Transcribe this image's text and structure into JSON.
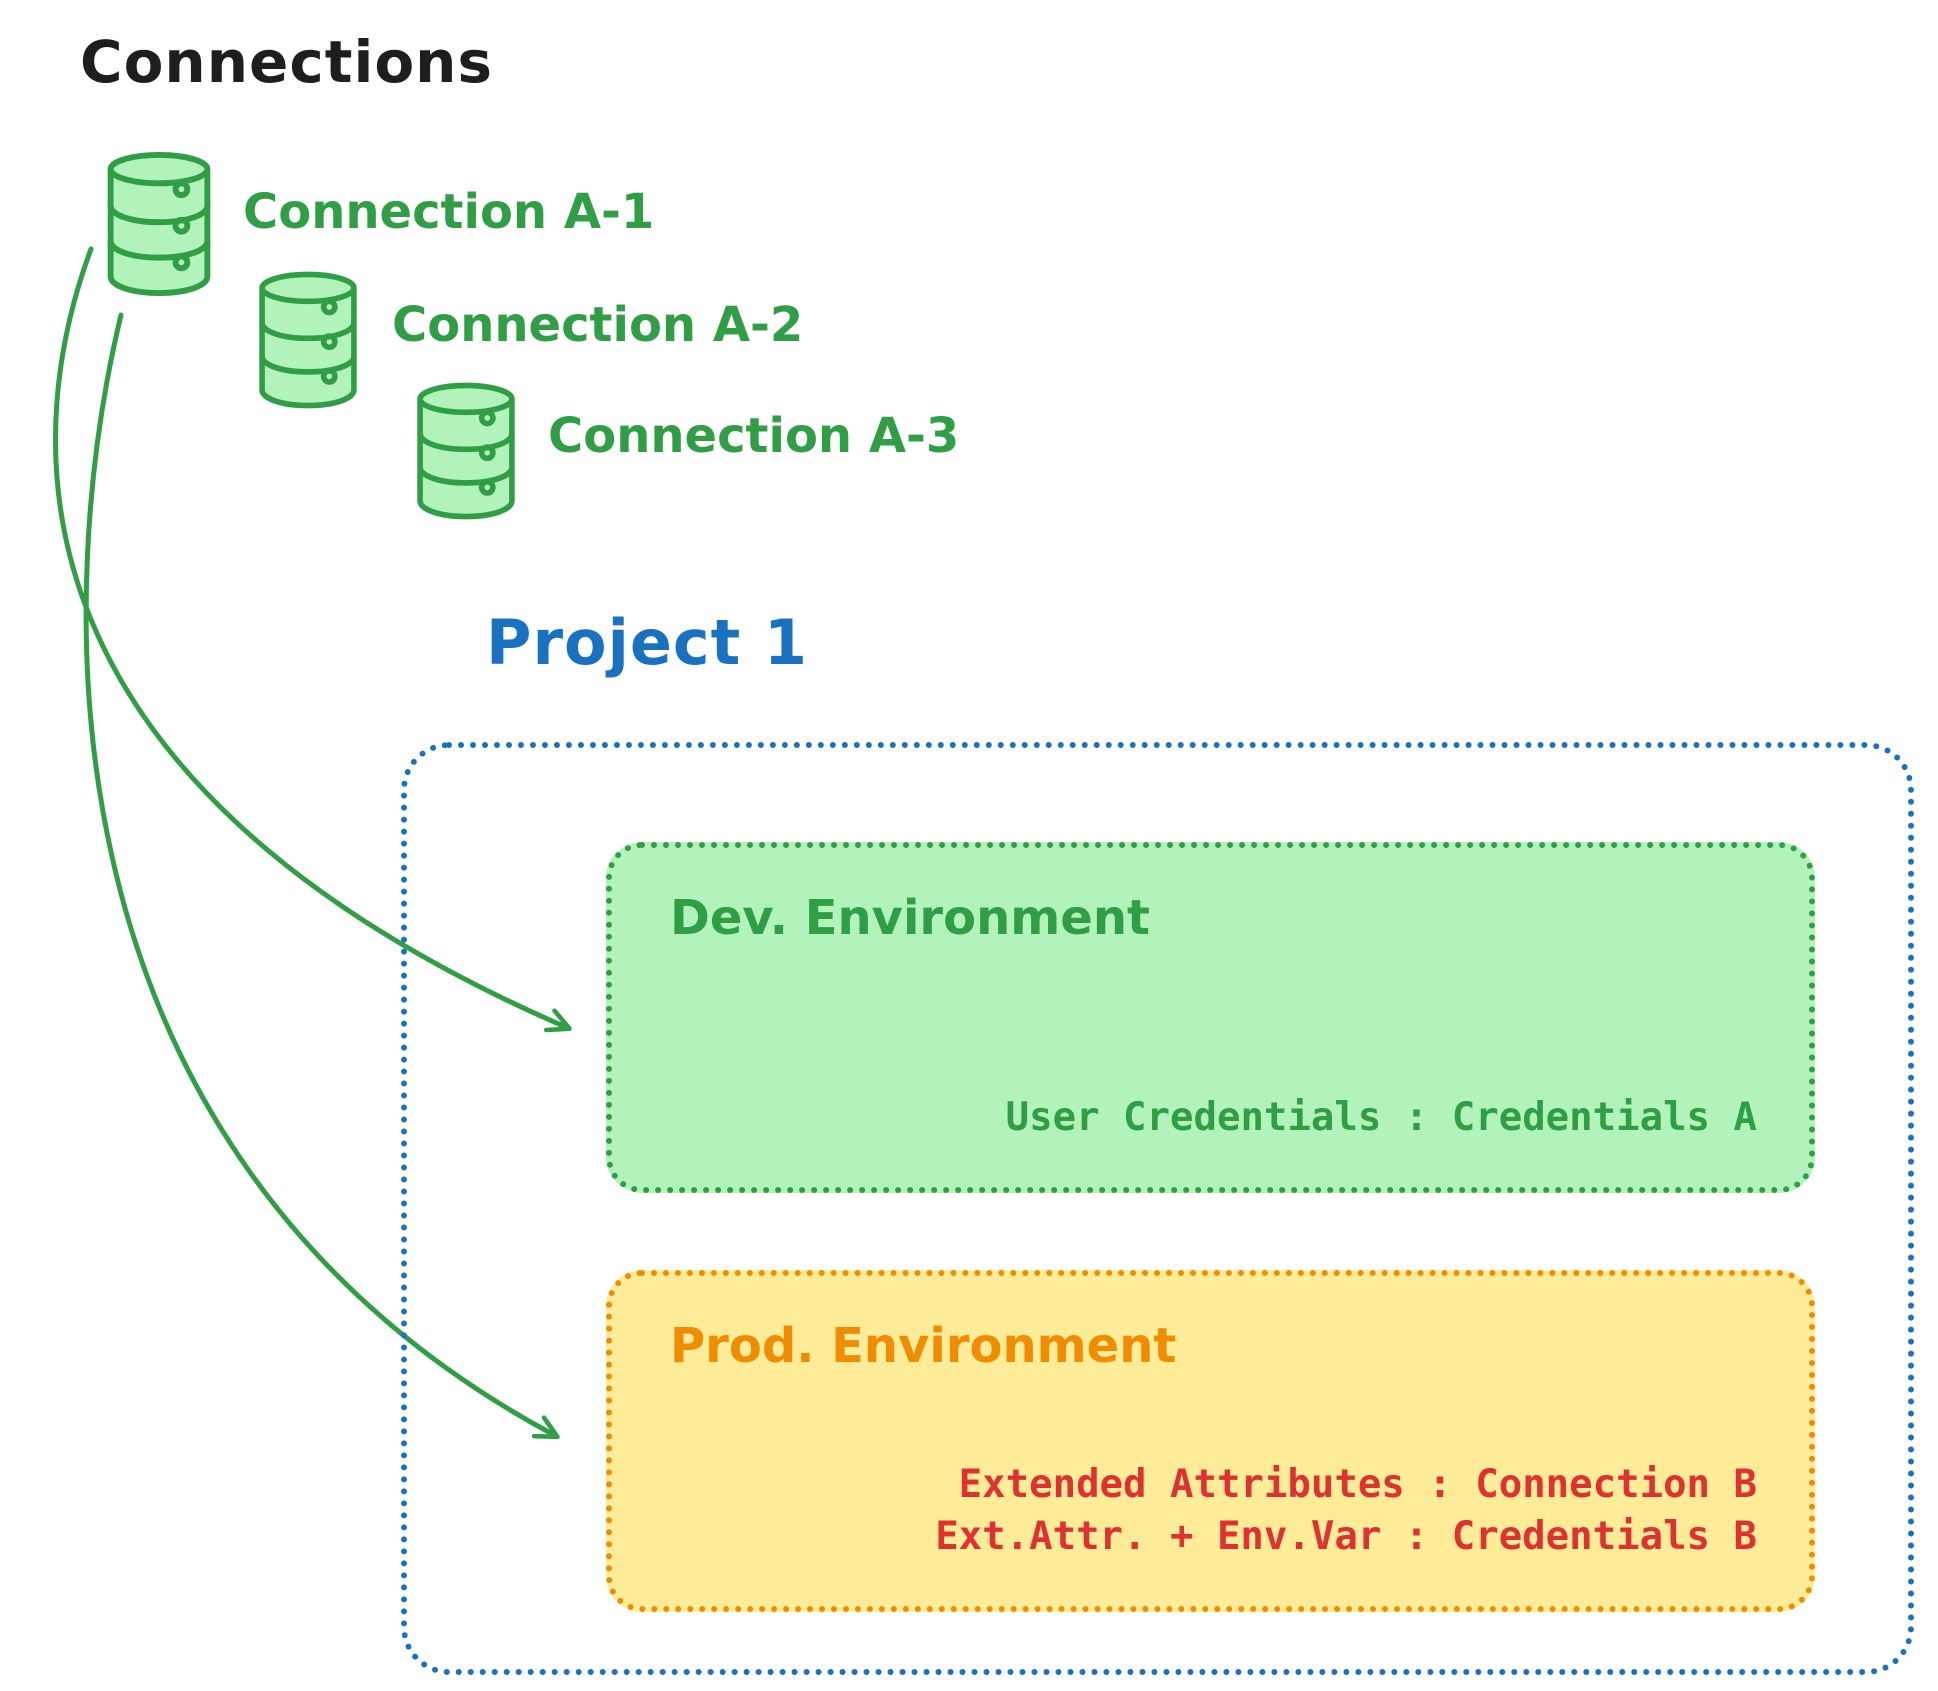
{
  "header": {
    "title": "Connections"
  },
  "connections": [
    {
      "icon": "database-icon",
      "label": "Connection A-1"
    },
    {
      "icon": "database-icon",
      "label": "Connection A-2"
    },
    {
      "icon": "database-icon",
      "label": "Connection A-3"
    }
  ],
  "project": {
    "title": "Project 1",
    "environments": [
      {
        "title": "Dev. Environment",
        "lines": [
          "User Credentials : Credentials A"
        ]
      },
      {
        "title": "Prod. Environment",
        "lines": [
          "Extended Attributes : Connection B",
          "Ext.Attr. + Env.Var : Credentials B"
        ]
      }
    ]
  },
  "colors": {
    "title_text": "#1e1e1e",
    "green_stroke": "#2f9e44",
    "green_fill": "#b2f2bb",
    "blue_stroke": "#1971c2",
    "orange_stroke": "#f08c00",
    "yellow_fill": "#ffec99",
    "red_text": "#e03131"
  }
}
